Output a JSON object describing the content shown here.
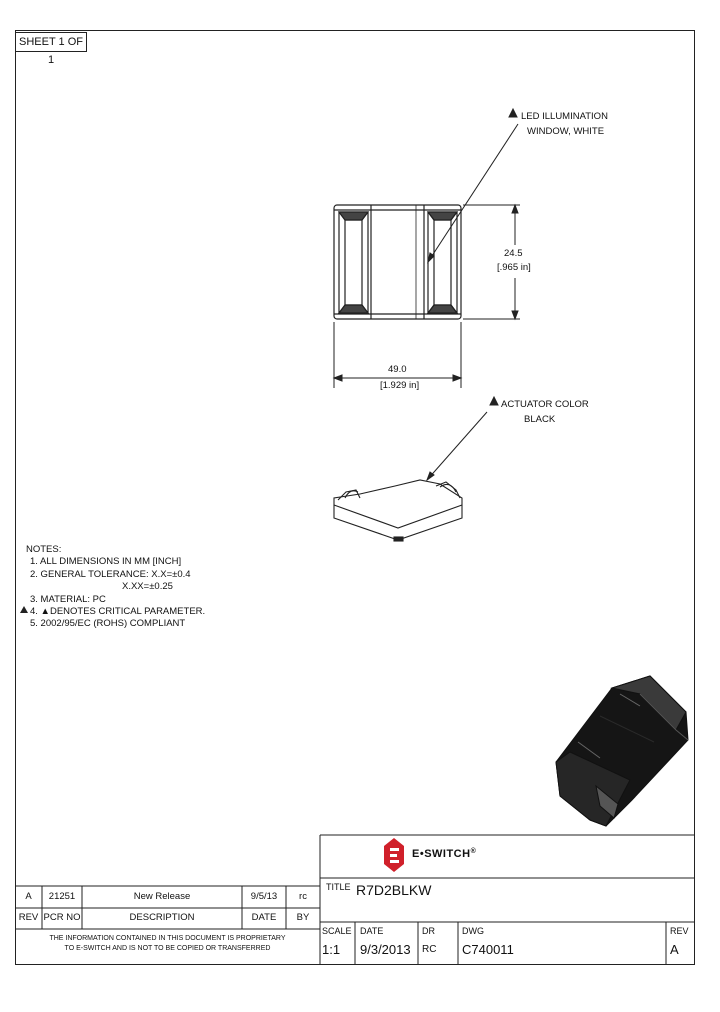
{
  "sheet": "SHEET 1 OF 1",
  "callouts": {
    "led_line1": "LED ILLUMINATION",
    "led_line2": "WINDOW, WHITE",
    "actuator_line1": "ACTUATOR COLOR",
    "actuator_line2": "BLACK"
  },
  "dimensions": {
    "height_mm": "24.5",
    "height_in": "[.965 in]",
    "width_mm": "49.0",
    "width_in": "[1.929 in]"
  },
  "notes": {
    "heading": "NOTES:",
    "n1": "1. ALL DIMENSIONS IN MM [INCH]",
    "n2": "2. GENERAL TOLERANCE: X.X=±0.4",
    "n2b": "X.XX=±0.25",
    "n3": "3. MATERIAL: PC",
    "n4": "4. ▲DENOTES CRITICAL PARAMETER.",
    "n5": "5. 2002/95/EC (ROHS) COMPLIANT"
  },
  "brand": {
    "name": "E•SWITCH",
    "reg": "®",
    "accent": "#d0202a"
  },
  "revision_table": {
    "row": {
      "rev": "A",
      "pcr": "21251",
      "description": "New Release",
      "date": "9/5/13",
      "by": "rc"
    },
    "headers": {
      "rev": "REV",
      "pcr": "PCR NO",
      "description": "DESCRIPTION",
      "date": "DATE",
      "by": "BY"
    },
    "notice1": "THE INFORMATION CONTAINED IN THIS DOCUMENT IS PROPRIETARY",
    "notice2": "TO E-SWITCH AND IS NOT TO BE COPIED OR TRANSFERRED"
  },
  "title_block": {
    "title_label": "TITLE",
    "title": "R7D2BLKW",
    "scale_label": "SCALE",
    "scale": "1:1",
    "date_label": "DATE",
    "date": "9/3/2013",
    "dr_label": "DR",
    "dr": "RC",
    "dwg_label": "DWG",
    "dwg": "C740011",
    "rev_label": "REV",
    "rev": "A"
  }
}
